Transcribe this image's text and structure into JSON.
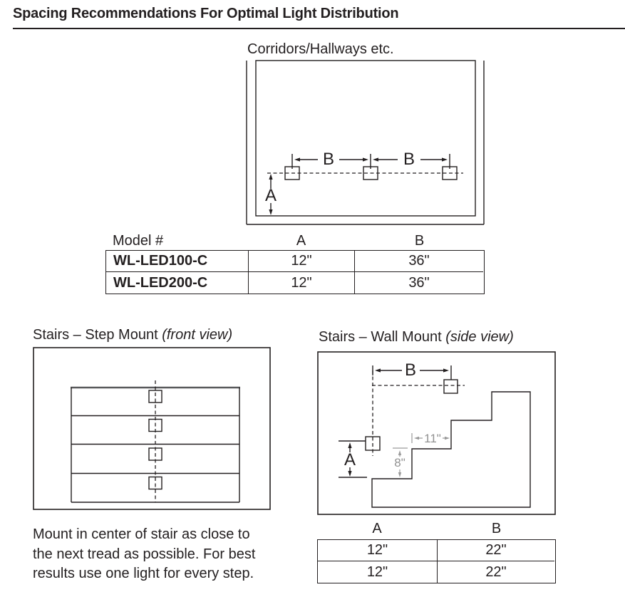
{
  "page": {
    "title": "Spacing Recommendations For Optimal Light Distribution"
  },
  "corridor": {
    "title": "Corridors/Hallways etc.",
    "dim_a": "A",
    "dim_b1": "B",
    "dim_b2": "B",
    "table": {
      "headers": [
        "Model #",
        "A",
        "B"
      ],
      "rows": [
        {
          "model": "WL-LED100-C",
          "a": "12\"",
          "b": "36\""
        },
        {
          "model": "WL-LED200-C",
          "a": "12\"",
          "b": "36\""
        }
      ]
    }
  },
  "step_mount": {
    "title": "Stairs – Step Mount ",
    "title_suffix": "(front view)",
    "note_lines": [
      "Mount in center of stair as close to",
      "the next tread as possible. For best",
      "results use one light for every step."
    ]
  },
  "wall_mount": {
    "title": "Stairs – Wall Mount ",
    "title_suffix": "(side view)",
    "dim_a": "A",
    "dim_b": "B",
    "dim_tread": "11\"",
    "dim_riser": "8\"",
    "table": {
      "headers": [
        "A",
        "B"
      ],
      "rows": [
        {
          "a": "12\"",
          "b": "22\""
        },
        {
          "a": "12\"",
          "b": "22\""
        }
      ]
    }
  },
  "colors": {
    "ink": "#231f20",
    "dimension_gray": "#9a9a9a",
    "stair_edge_gray": "#58595b"
  }
}
